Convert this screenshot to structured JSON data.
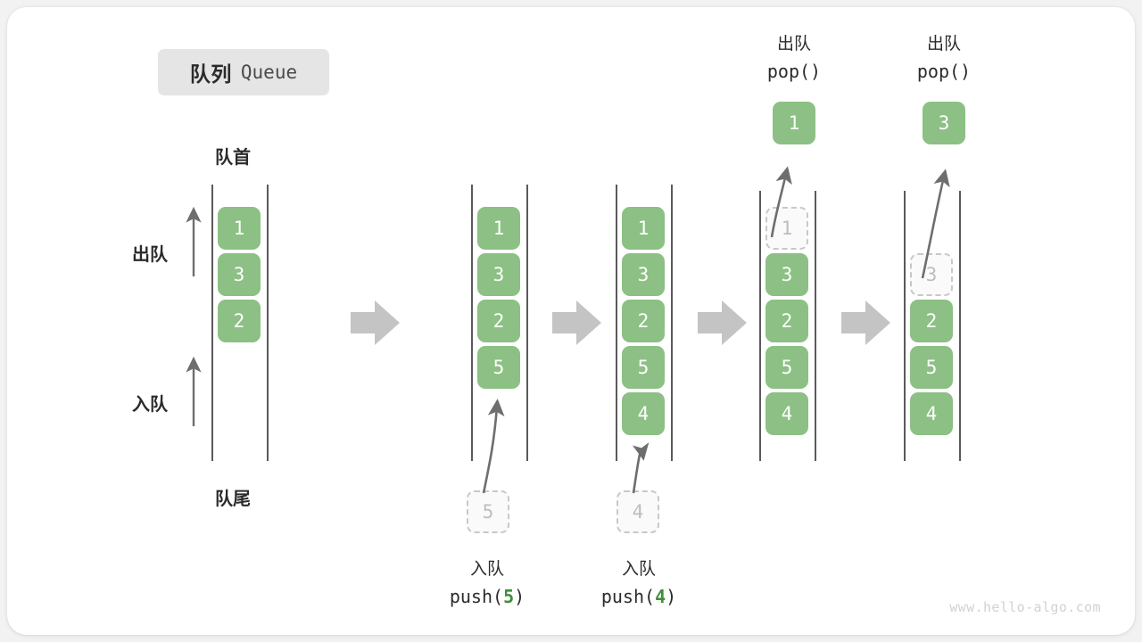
{
  "title": {
    "cn": "队列",
    "en": "Queue"
  },
  "labels": {
    "head": "队首",
    "tail": "队尾",
    "dequeue": "出队",
    "enqueue": "入队"
  },
  "colors": {
    "cell_fill": "#8cc084",
    "cell_text": "#ffffff",
    "ghost_border": "#c8c8c8",
    "ghost_text": "#bdbdbd",
    "rail": "#5a5a5a",
    "arrow": "#6e6e6e",
    "separator": "#c4c4c4",
    "chip_bg": "#e5e5e5",
    "code_accent": "#3f8f3a",
    "card_bg": "#ffffff",
    "page_bg": "#f2f2f2"
  },
  "stages": [
    {
      "id": "initial",
      "cells": [
        {
          "value": "1",
          "ghost": false
        },
        {
          "value": "3",
          "ghost": false
        },
        {
          "value": "2",
          "ghost": false
        }
      ],
      "caption_cn": "",
      "caption_code": "",
      "code_num": "",
      "top_cn": "",
      "top_code": "",
      "result_value": "",
      "incoming_value": ""
    },
    {
      "id": "push-5",
      "cells": [
        {
          "value": "1",
          "ghost": false
        },
        {
          "value": "3",
          "ghost": false
        },
        {
          "value": "2",
          "ghost": false
        },
        {
          "value": "5",
          "ghost": false
        }
      ],
      "caption_cn": "入队",
      "caption_code_prefix": "push(",
      "code_num": "5",
      "caption_code_suffix": ")",
      "incoming_value": "5"
    },
    {
      "id": "push-4",
      "cells": [
        {
          "value": "1",
          "ghost": false
        },
        {
          "value": "3",
          "ghost": false
        },
        {
          "value": "2",
          "ghost": false
        },
        {
          "value": "5",
          "ghost": false
        },
        {
          "value": "4",
          "ghost": false
        }
      ],
      "caption_cn": "入队",
      "caption_code_prefix": "push(",
      "code_num": "4",
      "caption_code_suffix": ")",
      "incoming_value": "4"
    },
    {
      "id": "pop-1",
      "cells": [
        {
          "value": "1",
          "ghost": true
        },
        {
          "value": "3",
          "ghost": false
        },
        {
          "value": "2",
          "ghost": false
        },
        {
          "value": "5",
          "ghost": false
        },
        {
          "value": "4",
          "ghost": false
        }
      ],
      "top_cn": "出队",
      "top_code": "pop()",
      "result_value": "1"
    },
    {
      "id": "pop-3",
      "cells": [
        {
          "value": "3",
          "ghost": true
        },
        {
          "value": "2",
          "ghost": false
        },
        {
          "value": "5",
          "ghost": false
        },
        {
          "value": "4",
          "ghost": false
        }
      ],
      "top_cn": "出队",
      "top_code": "pop()",
      "result_value": "3"
    }
  ],
  "watermark": "www.hello-algo.com"
}
